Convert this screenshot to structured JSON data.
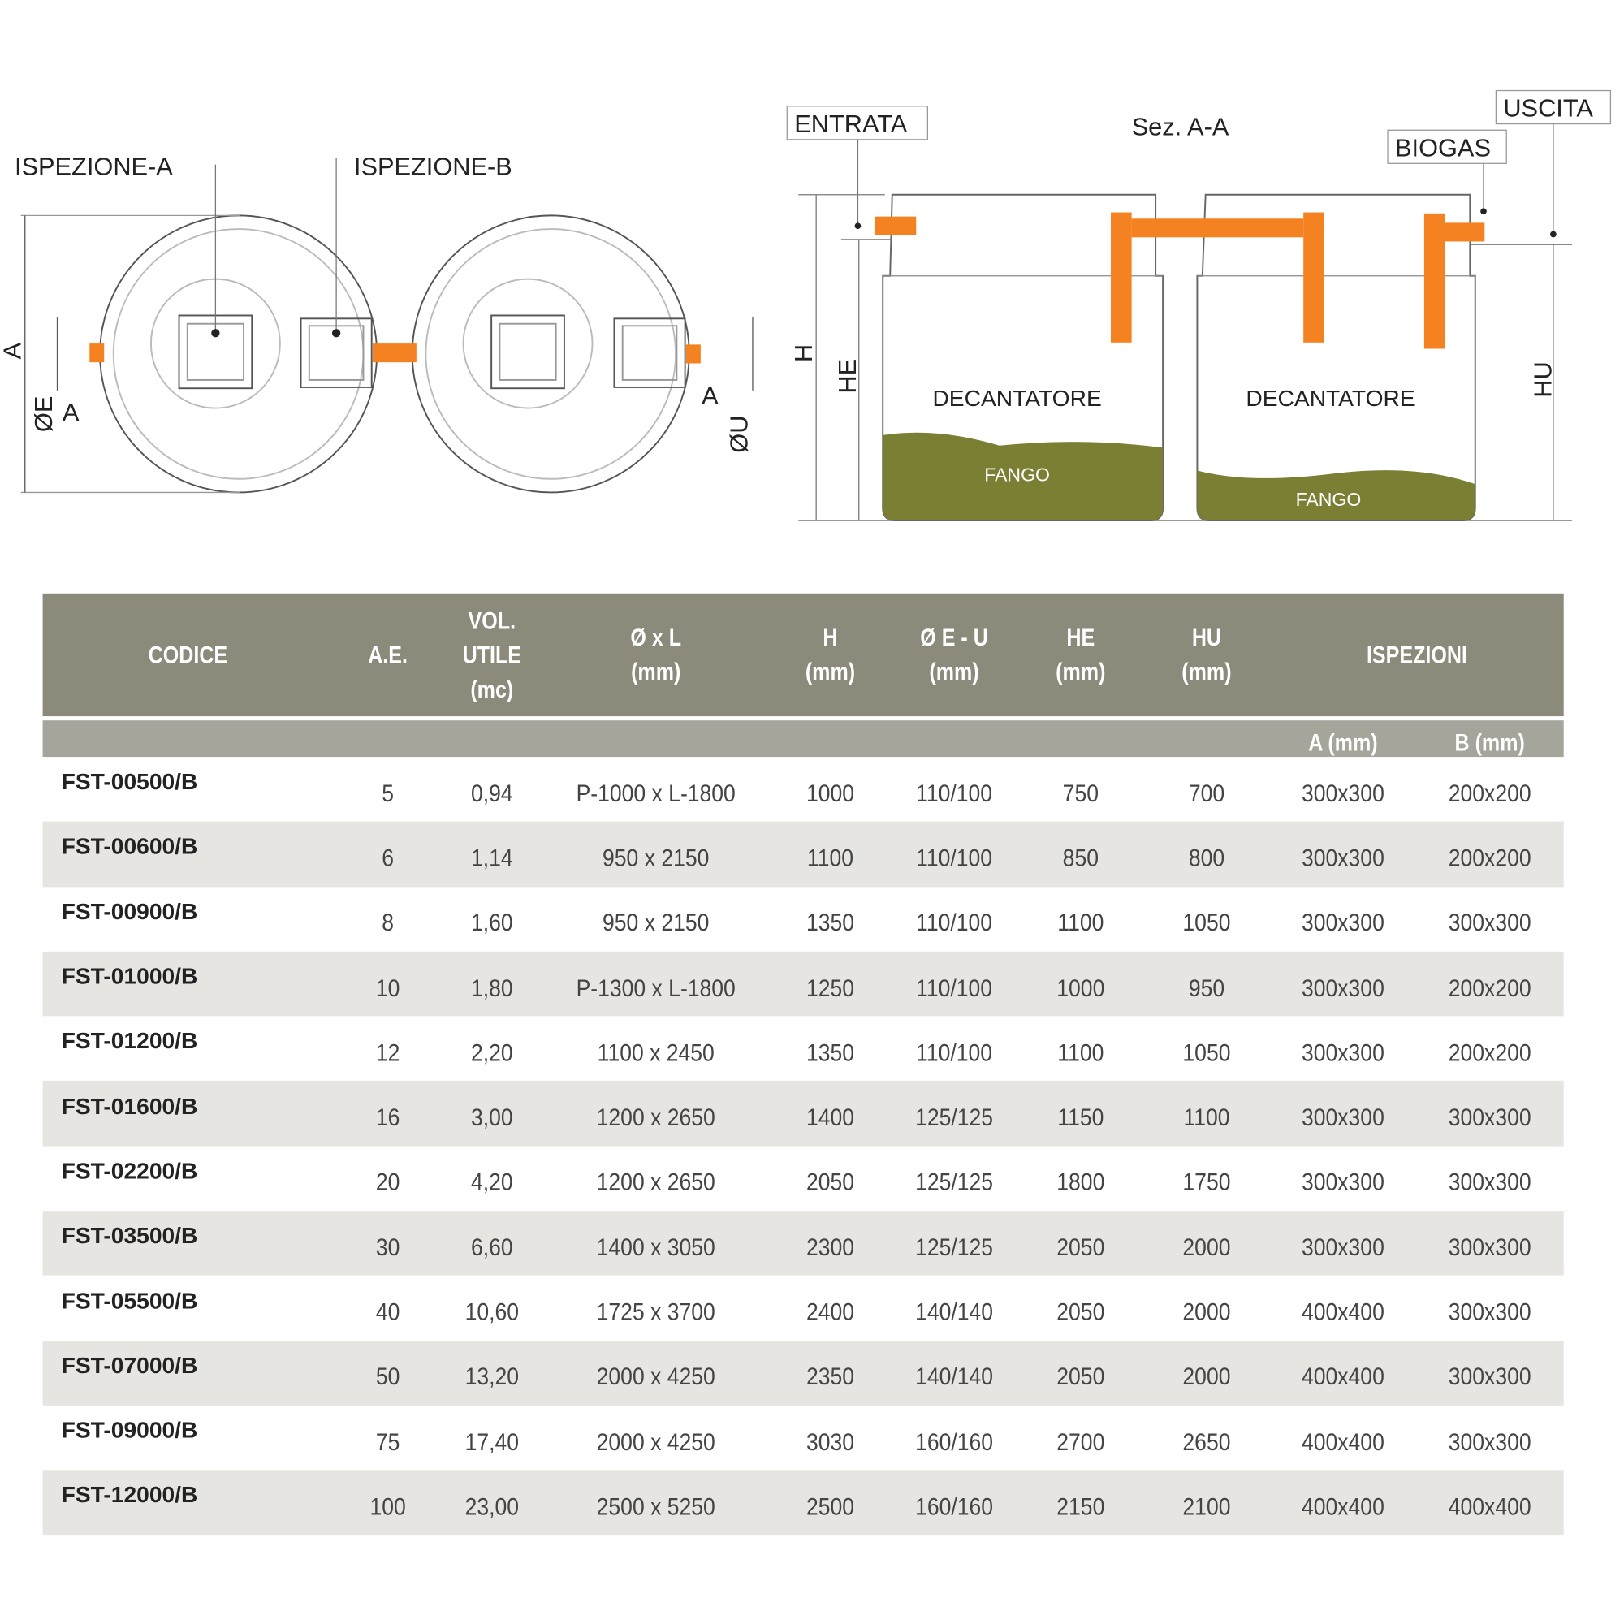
{
  "diagram": {
    "plan_labels": {
      "inspection_a": "ISPEZIONE-A",
      "inspection_b": "ISPEZIONE-B",
      "dim_a_left": "A",
      "dim_e": "ØE",
      "dim_a_small": "A",
      "dim_a_right": "A",
      "dim_u": "ØU"
    },
    "section": {
      "title": "Sez. A-A",
      "inlet": "ENTRATA",
      "outlet": "USCITA",
      "biogas": "BIOGAS",
      "dim_h": "H",
      "dim_he": "HE",
      "dim_hu": "HU",
      "tanks": [
        {
          "label": "DECANTATORE",
          "sludge": "FANGO"
        },
        {
          "label": "DECANTATORE",
          "sludge": "FANGO"
        }
      ]
    },
    "colors": {
      "pipe": "#f58220",
      "sludge": "#7a7f33",
      "header": "#8b8a7b",
      "subheader": "#a5a59b",
      "row_alt": "#e6e5e1"
    }
  },
  "table": {
    "headers": [
      [
        "CODICE"
      ],
      [
        "A.E."
      ],
      [
        "VOL.",
        "UTILE",
        "(mc)"
      ],
      [
        "Ø x L",
        "(mm)"
      ],
      [
        "H",
        "(mm)"
      ],
      [
        "Ø E - U",
        "(mm)"
      ],
      [
        "HE",
        "(mm)"
      ],
      [
        "HU",
        "(mm)"
      ],
      [
        "ISPEZIONI"
      ]
    ],
    "subheaders": {
      "a": "A (mm)",
      "b": "B (mm)"
    },
    "rows": [
      [
        "FST-00500/B",
        "5",
        "0,94",
        "P-1000 x L-1800",
        "1000",
        "110/100",
        "750",
        "700",
        "300x300",
        "200x200"
      ],
      [
        "FST-00600/B",
        "6",
        "1,14",
        "950 x 2150",
        "1100",
        "110/100",
        "850",
        "800",
        "300x300",
        "200x200"
      ],
      [
        "FST-00900/B",
        "8",
        "1,60",
        "950 x 2150",
        "1350",
        "110/100",
        "1100",
        "1050",
        "300x300",
        "300x300"
      ],
      [
        "FST-01000/B",
        "10",
        "1,80",
        "P-1300 x L-1800",
        "1250",
        "110/100",
        "1000",
        "950",
        "300x300",
        "200x200"
      ],
      [
        "FST-01200/B",
        "12",
        "2,20",
        "1100 x 2450",
        "1350",
        "110/100",
        "1100",
        "1050",
        "300x300",
        "200x200"
      ],
      [
        "FST-01600/B",
        "16",
        "3,00",
        "1200 x 2650",
        "1400",
        "125/125",
        "1150",
        "1100",
        "300x300",
        "300x300"
      ],
      [
        "FST-02200/B",
        "20",
        "4,20",
        "1200 x 2650",
        "2050",
        "125/125",
        "1800",
        "1750",
        "300x300",
        "300x300"
      ],
      [
        "FST-03500/B",
        "30",
        "6,60",
        "1400 x 3050",
        "2300",
        "125/125",
        "2050",
        "2000",
        "300x300",
        "300x300"
      ],
      [
        "FST-05500/B",
        "40",
        "10,60",
        "1725 x 3700",
        "2400",
        "140/140",
        "2050",
        "2000",
        "400x400",
        "300x300"
      ],
      [
        "FST-07000/B",
        "50",
        "13,20",
        "2000 x 4250",
        "2350",
        "140/140",
        "2050",
        "2000",
        "400x400",
        "300x300"
      ],
      [
        "FST-09000/B",
        "75",
        "17,40",
        "2000 x 4250",
        "3030",
        "160/160",
        "2700",
        "2650",
        "400x400",
        "300x300"
      ],
      [
        "FST-12000/B",
        "100",
        "23,00",
        "2500 x 5250",
        "2500",
        "160/160",
        "2150",
        "2100",
        "400x400",
        "400x400"
      ]
    ]
  }
}
